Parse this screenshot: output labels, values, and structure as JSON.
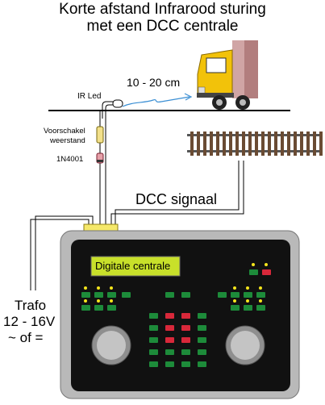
{
  "title": {
    "line1": "Korte afstand Infrarood sturing",
    "line2": "met een DCC centrale"
  },
  "labels": {
    "distance": "10 - 20 cm",
    "ir_led": "IR Led",
    "resistor_line1": "Voorschakel",
    "resistor_line2": "weerstand",
    "diode": "1N4001",
    "dcc_signal": "DCC signaal",
    "trafo_line1": "Trafo",
    "trafo_line2": "12 - 16V",
    "trafo_line3": "~ of ="
  },
  "centrale": {
    "display_text": "Digitale centrale"
  },
  "colors": {
    "panel_gray": "#b9b9b9",
    "panel_black": "#111111",
    "display_green": "#c8e02a",
    "button_green": "#1d8b3a",
    "button_red": "#d8283a",
    "led_yellow": "#f4e51c",
    "truck_yellow": "#f2c20a",
    "track_brown": "#6a4b33",
    "ir_beam": "#3b8fd4"
  }
}
